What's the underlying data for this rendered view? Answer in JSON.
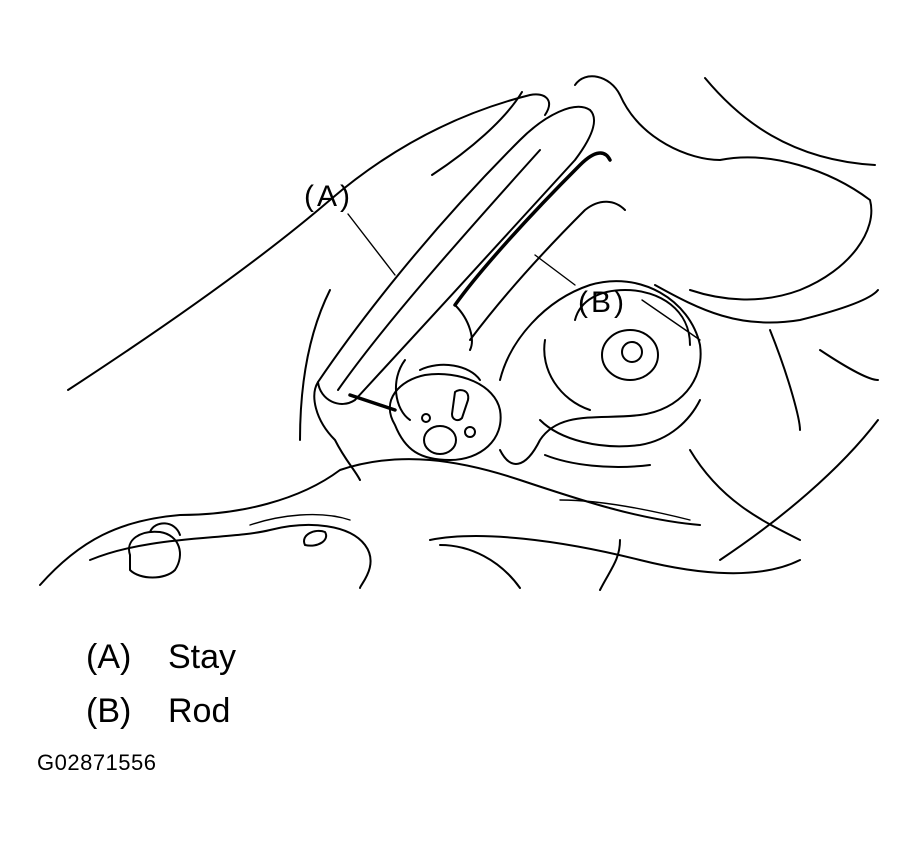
{
  "callouts": {
    "a": "(A)",
    "b": "(B)"
  },
  "legend": [
    {
      "key": "(A)",
      "label": "Stay"
    },
    {
      "key": "(B)",
      "label": "Rod"
    }
  ],
  "figure_code": "G02871556"
}
